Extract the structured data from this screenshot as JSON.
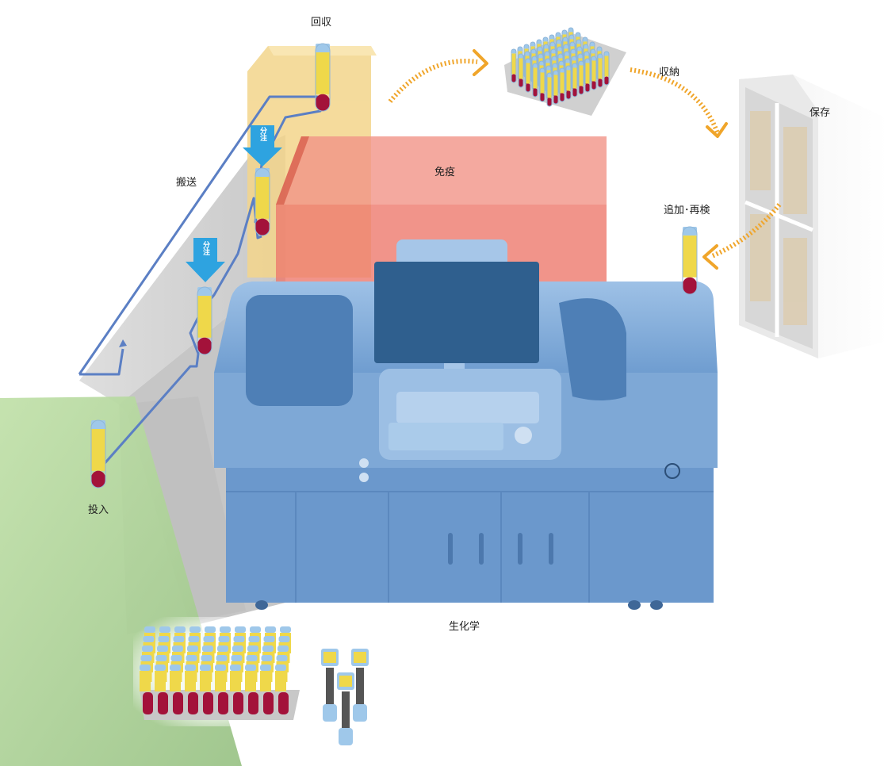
{
  "labels": {
    "collect": "回収",
    "store": "収納",
    "preserve": "保存",
    "transport": "搬送",
    "immuno": "免疫",
    "add_retest": "追加･再検",
    "input": "投入",
    "chemistry": "生化学",
    "dispense_1": "分注",
    "dispense_2": "分注"
  },
  "icons": {
    "tube": "sample-tube-icon",
    "rack": "sample-rack-icon",
    "dispense_arrow": "down-arrow-icon",
    "flow_arrow": "curved-arrow-icon"
  },
  "colors": {
    "transport_line": "#5b7fc4",
    "dispense_arrow": "#2ea3e0",
    "flow_arrow": "#f0a52a",
    "input_zone": "#a9d08e",
    "collect_zone": "#f3d58b",
    "immuno_zone": "#e8584e",
    "analyzer": "#6f9dd0",
    "serum": "#efd84a",
    "blood": "#a3123a",
    "tube_cap": "#9fc8ea"
  }
}
